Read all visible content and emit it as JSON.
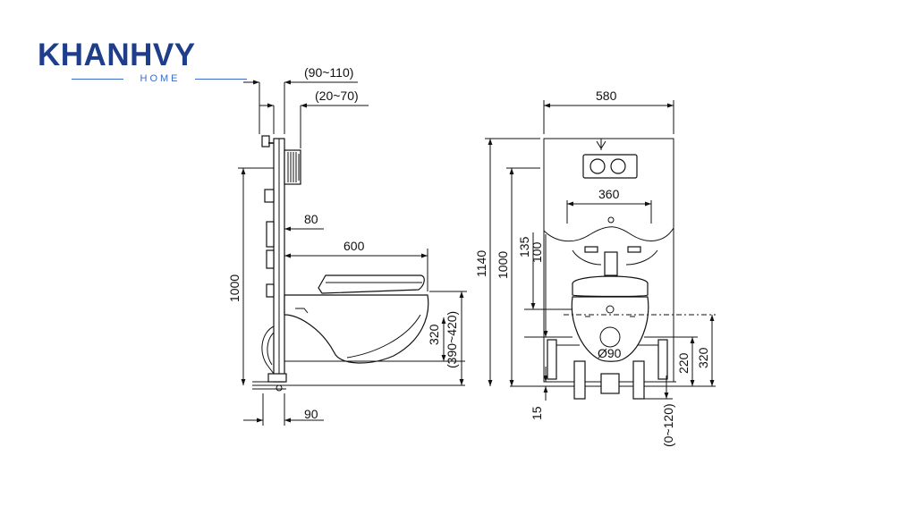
{
  "brand": {
    "name": "KHANHVY",
    "sub": "HOME",
    "color": "#1e3d8a",
    "accent": "#3a6cc8"
  },
  "side_view": {
    "dim_90_110": "(90~110)",
    "dim_20_70": "(20~70)",
    "dim_80": "80",
    "dim_600": "600",
    "dim_1000": "1000",
    "dim_320": "320",
    "dim_390_420": "(390~420)",
    "dim_90": "90"
  },
  "front_view": {
    "dim_580": "580",
    "dim_360": "360",
    "dim_1140": "1140",
    "dim_1000": "1000",
    "dim_135": "135",
    "dim_100": "100",
    "dim_phi90": "Ø90",
    "dim_220": "220",
    "dim_320": "320",
    "dim_15": "15",
    "dim_0_120": "(0~120)"
  }
}
